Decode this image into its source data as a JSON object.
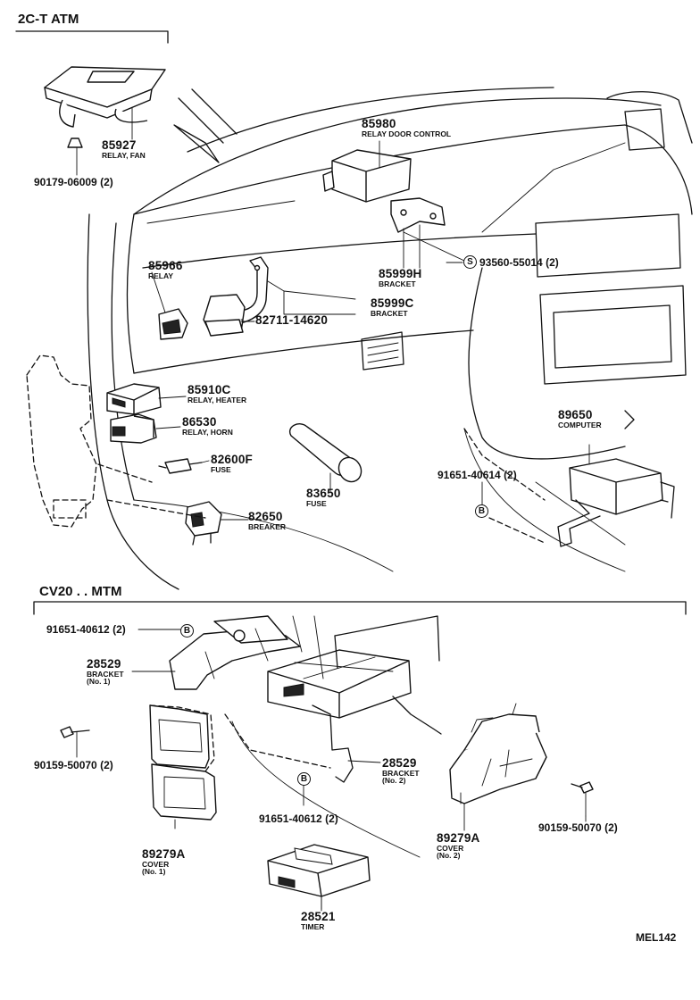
{
  "sections": {
    "top": "2C-T ATM",
    "bottom": "CV20 . . MTM"
  },
  "parts": {
    "p85927": {
      "num": "85927",
      "name": "RELAY, FAN"
    },
    "p90179": {
      "num": "90179-06009 (2)"
    },
    "p85980": {
      "num": "85980",
      "name": "RELAY DOOR CONTROL"
    },
    "p85966": {
      "num": "85966",
      "name": "RELAY"
    },
    "p85999H": {
      "num": "85999H",
      "name": "BRACKET"
    },
    "p93560": {
      "num": "93560-55014 (2)",
      "mark": "S"
    },
    "p82711": {
      "num": "82711-14620"
    },
    "p85999C": {
      "num": "85999C",
      "name": "BRACKET"
    },
    "p85910C": {
      "num": "85910C",
      "name": "RELAY, HEATER"
    },
    "p86530": {
      "num": "86530",
      "name": "RELAY, HORN"
    },
    "p82600F": {
      "num": "82600F",
      "name": "FUSE"
    },
    "p83650": {
      "num": "83650",
      "name": "FUSE"
    },
    "p82650": {
      "num": "82650",
      "name": "BREAKER"
    },
    "p89650": {
      "num": "89650",
      "name": "COMPUTER"
    },
    "p91651_614": {
      "num": "91651-40614 (2)",
      "mark": "B"
    },
    "p91651_612a": {
      "num": "91651-40612 (2)",
      "mark": "B"
    },
    "p28529_1": {
      "num": "28529",
      "name": "BRACKET",
      "sub": "(No. 1)"
    },
    "p90159a": {
      "num": "90159-50070 (2)"
    },
    "p28529_2": {
      "num": "28529",
      "name": "BRACKET",
      "sub": "(No. 2)"
    },
    "p91651_612b": {
      "num": "91651-40612 (2)",
      "mark": "B"
    },
    "p89279A_1": {
      "num": "89279A",
      "name": "COVER",
      "sub": "(No. 1)"
    },
    "p89279A_2": {
      "num": "89279A",
      "name": "COVER",
      "sub": "(No. 2)"
    },
    "p90159b": {
      "num": "90159-50070 (2)"
    },
    "p28521": {
      "num": "28521",
      "name": "TIMER"
    }
  },
  "code": "MEL142"
}
